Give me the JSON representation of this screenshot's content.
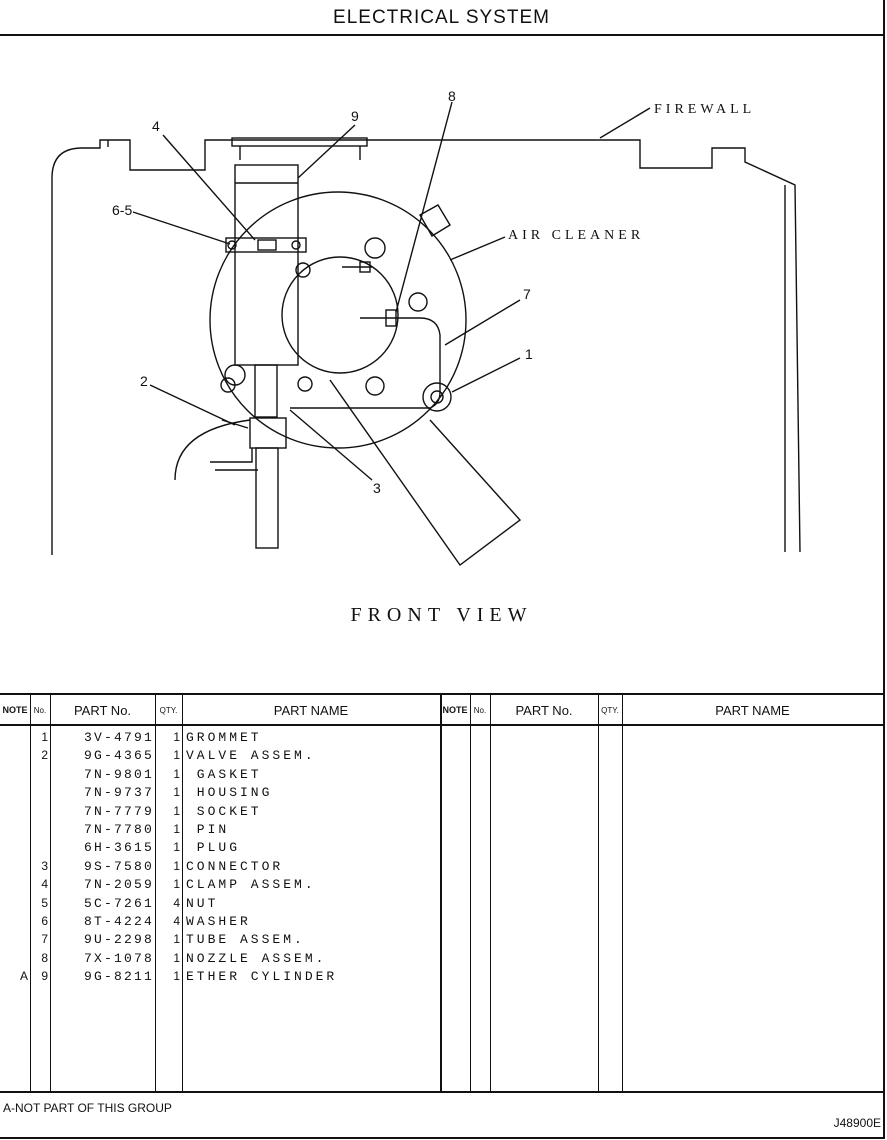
{
  "header": {
    "title": "ELECTRICAL SYSTEM"
  },
  "diagram": {
    "caption": "FRONT  VIEW",
    "labels": {
      "firewall": "FIREWALL",
      "air_cleaner": "AIR CLEANER"
    },
    "callouts": [
      "4",
      "9",
      "8",
      "6-5",
      "7",
      "1",
      "2",
      "3"
    ]
  },
  "table": {
    "headers": {
      "note": "NOTE",
      "no": "No.",
      "part_no": "PART No.",
      "qty": "QTY.",
      "part_name": "PART NAME"
    },
    "rows": [
      {
        "note": "",
        "no": "1",
        "part_no": "3V-4791",
        "qty": "1",
        "name": "GROMMET"
      },
      {
        "note": "",
        "no": "2",
        "part_no": "9G-4365",
        "qty": "1",
        "name": "VALVE ASSEM."
      },
      {
        "note": "",
        "no": "",
        "part_no": "7N-9801",
        "qty": "1",
        "name": " GASKET"
      },
      {
        "note": "",
        "no": "",
        "part_no": "7N-9737",
        "qty": "1",
        "name": " HOUSING"
      },
      {
        "note": "",
        "no": "",
        "part_no": "7N-7779",
        "qty": "1",
        "name": " SOCKET"
      },
      {
        "note": "",
        "no": "",
        "part_no": "7N-7780",
        "qty": "1",
        "name": " PIN"
      },
      {
        "note": "",
        "no": "",
        "part_no": "6H-3615",
        "qty": "1",
        "name": " PLUG"
      },
      {
        "note": "",
        "no": "3",
        "part_no": "9S-7580",
        "qty": "1",
        "name": "CONNECTOR"
      },
      {
        "note": "",
        "no": "4",
        "part_no": "7N-2059",
        "qty": "1",
        "name": "CLAMP ASSEM."
      },
      {
        "note": "",
        "no": "5",
        "part_no": "5C-7261",
        "qty": "4",
        "name": "NUT"
      },
      {
        "note": "",
        "no": "6",
        "part_no": "8T-4224",
        "qty": "4",
        "name": "WASHER"
      },
      {
        "note": "",
        "no": "7",
        "part_no": "9U-2298",
        "qty": "1",
        "name": "TUBE ASSEM."
      },
      {
        "note": "",
        "no": "8",
        "part_no": "7X-1078",
        "qty": "1",
        "name": "NOZZLE ASSEM."
      },
      {
        "note": "A",
        "no": "9",
        "part_no": "9G-8211",
        "qty": "1",
        "name": "ETHER CYLINDER"
      }
    ]
  },
  "footer": {
    "footnote": "A-NOT PART OF THIS GROUP",
    "code": "J48900E"
  }
}
